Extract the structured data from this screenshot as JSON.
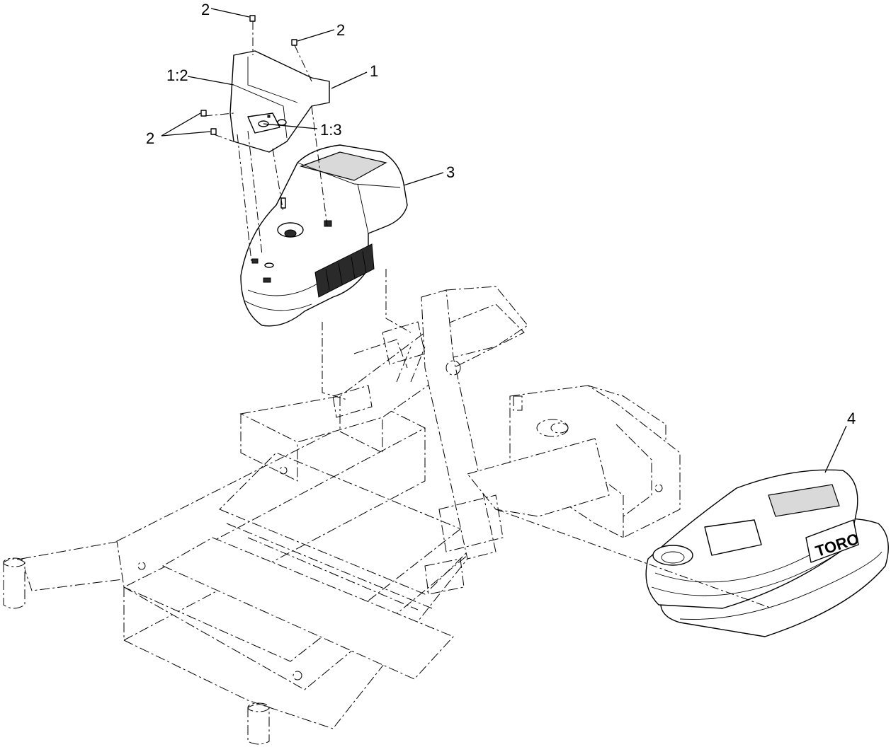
{
  "callouts": {
    "c1": "1",
    "c1_2": "1:2",
    "c1_3": "1:3",
    "c2_top": "2",
    "c2_right": "2",
    "c2_left": "2",
    "c3": "3",
    "c4": "4"
  },
  "logo_text": "TORO"
}
